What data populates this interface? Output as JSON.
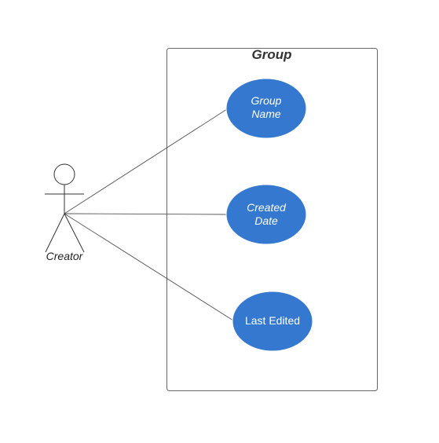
{
  "colors": {
    "usecase_fill": "#3578cf",
    "line": "#555555",
    "boundary": "#666666",
    "text_dark": "#333333"
  },
  "boundary": {
    "title": "Group"
  },
  "actor": {
    "label": "Creator"
  },
  "use_cases": [
    {
      "lines": [
        "Group",
        "Name"
      ],
      "italic": true
    },
    {
      "lines": [
        "Created",
        "Date"
      ],
      "italic": true
    },
    {
      "lines": [
        "Last Edited"
      ],
      "italic": false
    }
  ]
}
